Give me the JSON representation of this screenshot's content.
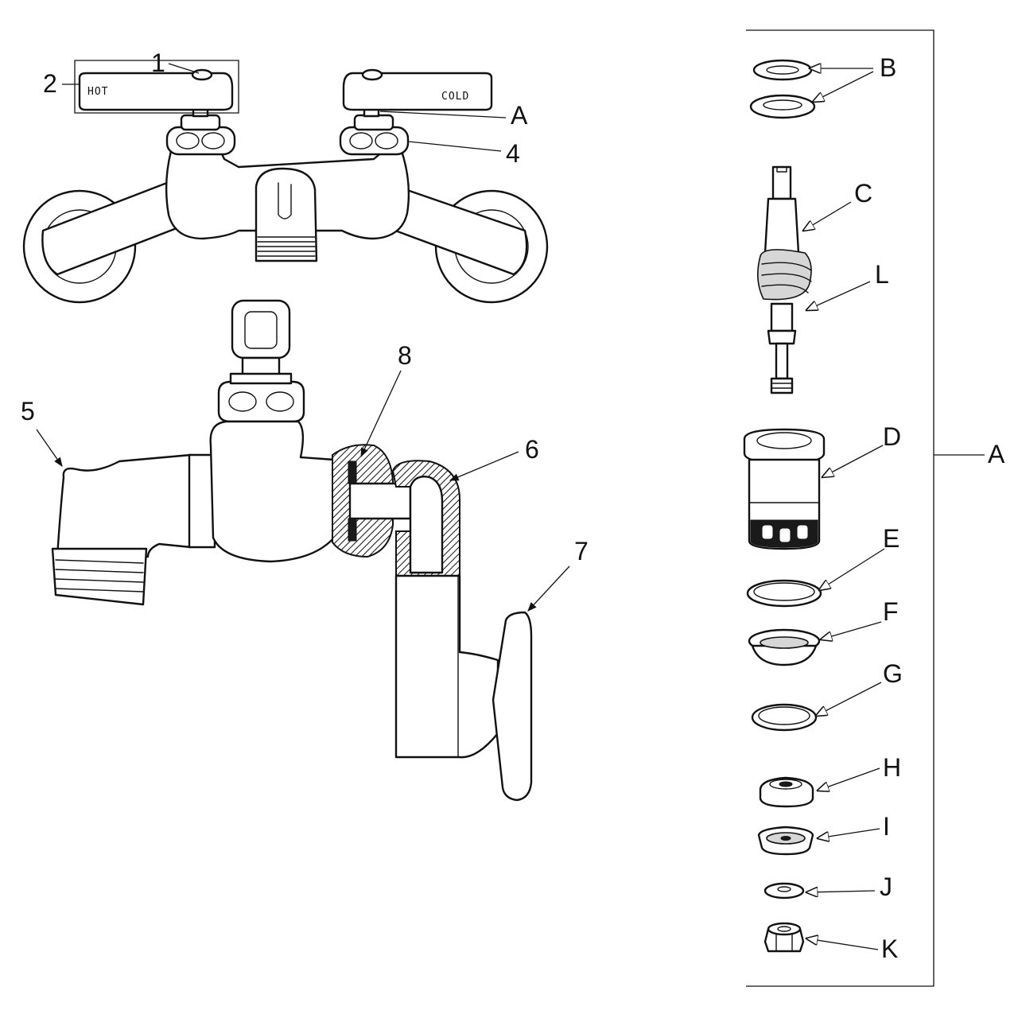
{
  "callouts": {
    "n1": "1",
    "n2": "2",
    "n4": "4",
    "n5": "5",
    "n6": "6",
    "n7": "7",
    "n8": "8",
    "top_a": "A",
    "kit_a": "A"
  },
  "handles": {
    "hot": "HOT",
    "cold": "COLD"
  },
  "parts": [
    {
      "id": "B",
      "label": "B"
    },
    {
      "id": "C",
      "label": "C"
    },
    {
      "id": "L",
      "label": "L"
    },
    {
      "id": "D",
      "label": "D"
    },
    {
      "id": "E",
      "label": "E"
    },
    {
      "id": "F",
      "label": "F"
    },
    {
      "id": "G",
      "label": "G"
    },
    {
      "id": "H",
      "label": "H"
    },
    {
      "id": "I",
      "label": "I"
    },
    {
      "id": "J",
      "label": "J"
    },
    {
      "id": "K",
      "label": "K"
    }
  ]
}
